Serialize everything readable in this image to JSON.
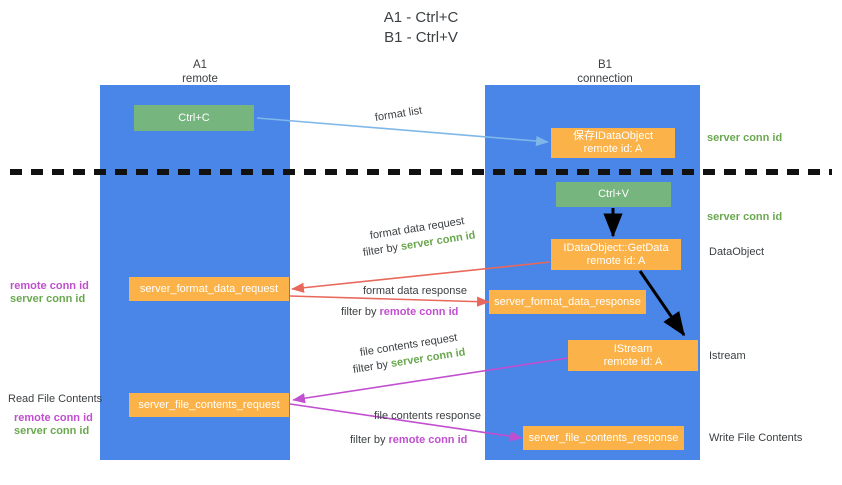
{
  "title": {
    "line1": "A1 - Ctrl+C",
    "line2": "B1 - Ctrl+V"
  },
  "columns": [
    {
      "name": "A1",
      "sub": "remote"
    },
    {
      "name": "B1",
      "sub": "connection"
    }
  ],
  "colors": {
    "lane": "#4a86e8",
    "green_box": "#76b57e",
    "orange_box": "#fbb248",
    "server_conn": "#6aa84f",
    "remote_conn": "#c24ed0",
    "arrow_blue": "#7fb8e8",
    "arrow_red": "#e8695c",
    "arrow_magenta": "#c24ed0",
    "arrow_black": "#000000",
    "text": "#3c4043"
  },
  "boxes": {
    "ctrl_c": {
      "label": "Ctrl+C"
    },
    "ctrl_v": {
      "label": "Ctrl+V"
    },
    "save_idataobject": {
      "line1": "保存IDataObject",
      "line2": "remote id: A"
    },
    "getdata": {
      "line1": "IDataObject::GetData",
      "line2": "remote id: A"
    },
    "istream": {
      "line1": "IStream",
      "line2": "remote id: A"
    },
    "server_format_data_request": {
      "label": "server_format_data_request"
    },
    "server_format_data_response": {
      "label": "server_format_data_response"
    },
    "server_file_contents_request": {
      "label": "server_file_contents_request"
    },
    "server_file_contents_response": {
      "label": "server_file_contents_response"
    }
  },
  "arrow_labels": {
    "format_list": "format list",
    "format_data_request": "format data request",
    "format_data_request_filter_prefix": "filter by ",
    "format_data_request_filter_value": "server conn id",
    "format_data_response": "format data response",
    "format_data_response_filter_prefix": "filter by ",
    "format_data_response_filter_value": "remote conn id",
    "file_contents_request": "file contents request",
    "file_contents_request_filter_prefix": "filter by ",
    "file_contents_request_filter_value": "server conn id",
    "file_contents_response": "file contents response",
    "file_contents_response_filter_prefix": "filter by ",
    "file_contents_response_filter_value": "remote conn id"
  },
  "right_labels": {
    "server_conn_id_top": "server conn id",
    "server_conn_id_mid": "server conn id",
    "dataobject": "DataObject",
    "istream": "Istream",
    "write_file_contents": "Write File Contents"
  },
  "left_labels": {
    "remote_conn_id_mid": "remote conn id",
    "server_conn_id_mid": "server conn id",
    "read_file_contents": "Read File Contents",
    "remote_conn_id_bottom": "remote conn id",
    "server_conn_id_bottom": "server conn id"
  }
}
